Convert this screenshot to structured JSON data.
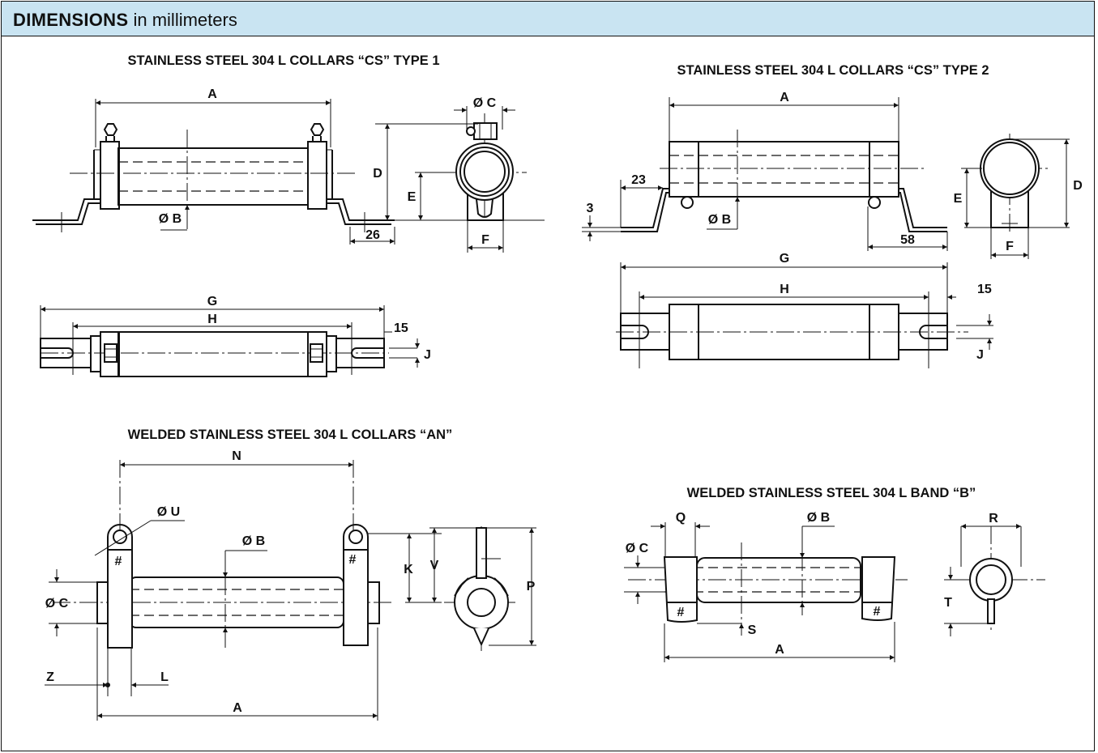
{
  "header": {
    "title_bold": "DIMENSIONS",
    "title_rest": "in millimeters",
    "background": "#c9e4f2"
  },
  "sections": {
    "cs1": {
      "title": "STAINLESS STEEL 304 L COLLARS “CS” TYPE 1",
      "labels": {
        "A": "A",
        "OB": "Ø B",
        "d26": "26",
        "OC": "Ø C",
        "D": "D",
        "E": "E",
        "F": "F",
        "G": "G",
        "H": "H",
        "d15": "15",
        "J": "J"
      }
    },
    "cs2": {
      "title": "STAINLESS STEEL 304 L COLLARS “CS” TYPE 2",
      "labels": {
        "A": "A",
        "d23": "23",
        "d3": "3",
        "OB": "Ø B",
        "d58": "58",
        "D": "D",
        "E": "E",
        "F": "F",
        "G": "G",
        "H": "H",
        "d15": "15",
        "J": "J"
      }
    },
    "an": {
      "title": "WELDED STAINLESS STEEL 304 L COLLARS “AN”",
      "labels": {
        "N": "N",
        "OU": "Ø U",
        "OB": "Ø B",
        "K": "K",
        "V": "V",
        "P": "P",
        "OC": "Ø C",
        "Z": "Z",
        "L": "L",
        "A": "A"
      }
    },
    "band": {
      "title": "WELDED STAINLESS STEEL 304 L BAND “B”",
      "labels": {
        "Q": "Q",
        "OB": "Ø B",
        "R": "R",
        "OC": "Ø C",
        "T": "T",
        "S": "S",
        "A": "A"
      }
    }
  }
}
